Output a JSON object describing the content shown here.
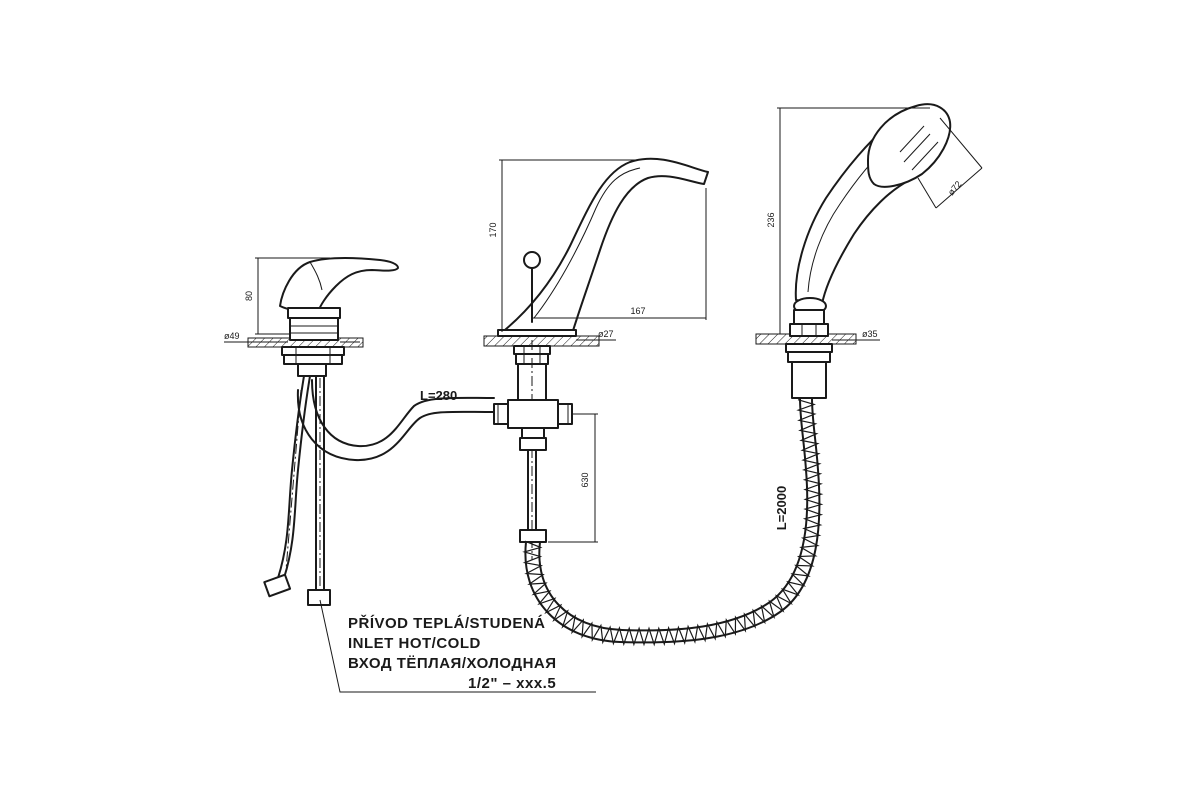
{
  "labels": {
    "hose_mixer_length": "L=280",
    "shower_hose_length": "L=2000",
    "mixer_height": "80",
    "mixer_diameter": "ø49",
    "spout_height": "170",
    "spout_reach": "167",
    "spout_diameter": "ø27",
    "diverter_hose": "630",
    "shower_height": "236",
    "shower_head_diameter": "ø72",
    "shower_holder_diameter": "ø35"
  },
  "note": {
    "line1": "PŘÍVOD TEPLÁ/STUDENÁ",
    "line2": "INLET HOT/COLD",
    "line3": "ВХОД ТЁПЛАЯ/ХОЛОДНАЯ",
    "line4": "1/2\"  –  xxx.5"
  }
}
